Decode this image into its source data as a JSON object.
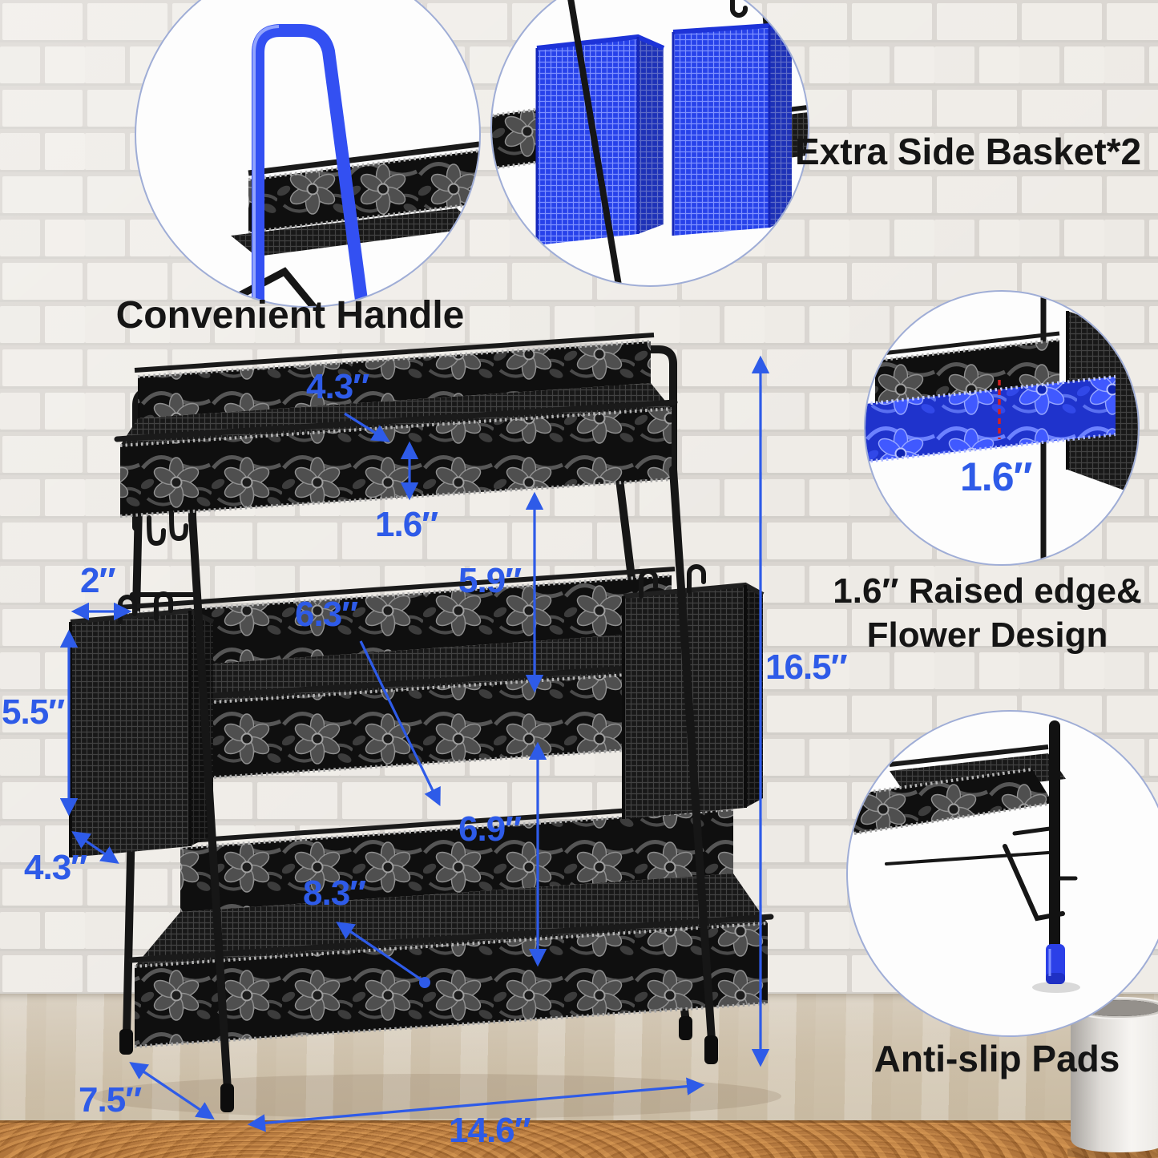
{
  "callouts": {
    "extra_side_basket": "Extra Side Basket*2",
    "convenient_handle": "Convenient Handle",
    "raised_edge_line1": "1.6″ Raised edge&",
    "raised_edge_line2": "Flower Design",
    "anti_slip_pads": "Anti-slip Pads",
    "inset_raised_edge_dim": "1.6″"
  },
  "dimensions": {
    "top_shelf_depth": "4.3″",
    "raised_edge": "1.6″",
    "top_to_middle_gap": "5.9″",
    "middle_shelf_depth": "6.3″",
    "hook_bar": "2″",
    "side_basket_height": "5.5″",
    "side_basket_depth": "4.3″",
    "middle_to_bottom_gap": "6.9″",
    "bottom_shelf_depth": "8.3″",
    "overall_height": "16.5″",
    "overall_depth": "7.5″",
    "overall_width": "14.6″"
  },
  "colors": {
    "dimension_blue": "#2e5be8",
    "highlight_blue": "#3350f2",
    "basket_blue": "#2742ea",
    "pad_blue": "#2b40e8",
    "red_marker": "#d42222",
    "metal_black": "#141414",
    "brick": "#efece7",
    "mortar": "#d9d5d0",
    "table_wood": "#cfc2ac",
    "table_edge_wood": "#c78c4f"
  }
}
